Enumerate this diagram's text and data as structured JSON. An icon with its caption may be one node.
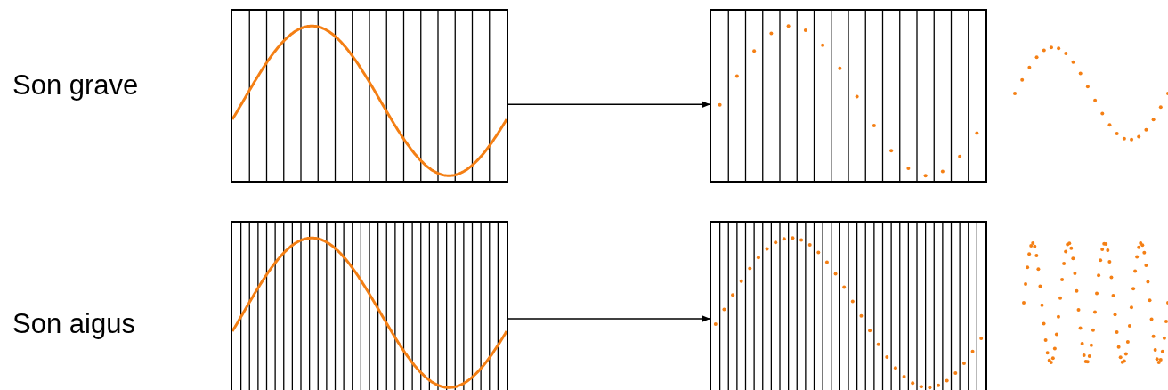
{
  "diagram": {
    "nodes": [
      {
        "text": [],
        "shape": "picture"
      },
      {
        "text": [],
        "shape": "picture"
      },
      {
        "text": [],
        "shape": "picture"
      },
      {
        "text": [],
        "shape": "picture"
      }
    ],
    "edges": [
      {
        "from": 0,
        "to": 1,
        "arrow": "to"
      },
      {
        "from": 2,
        "to": 3,
        "arrow": "to"
      }
    ],
    "labels": [
      "Son grave",
      "Son aigus"
    ]
  }
}
